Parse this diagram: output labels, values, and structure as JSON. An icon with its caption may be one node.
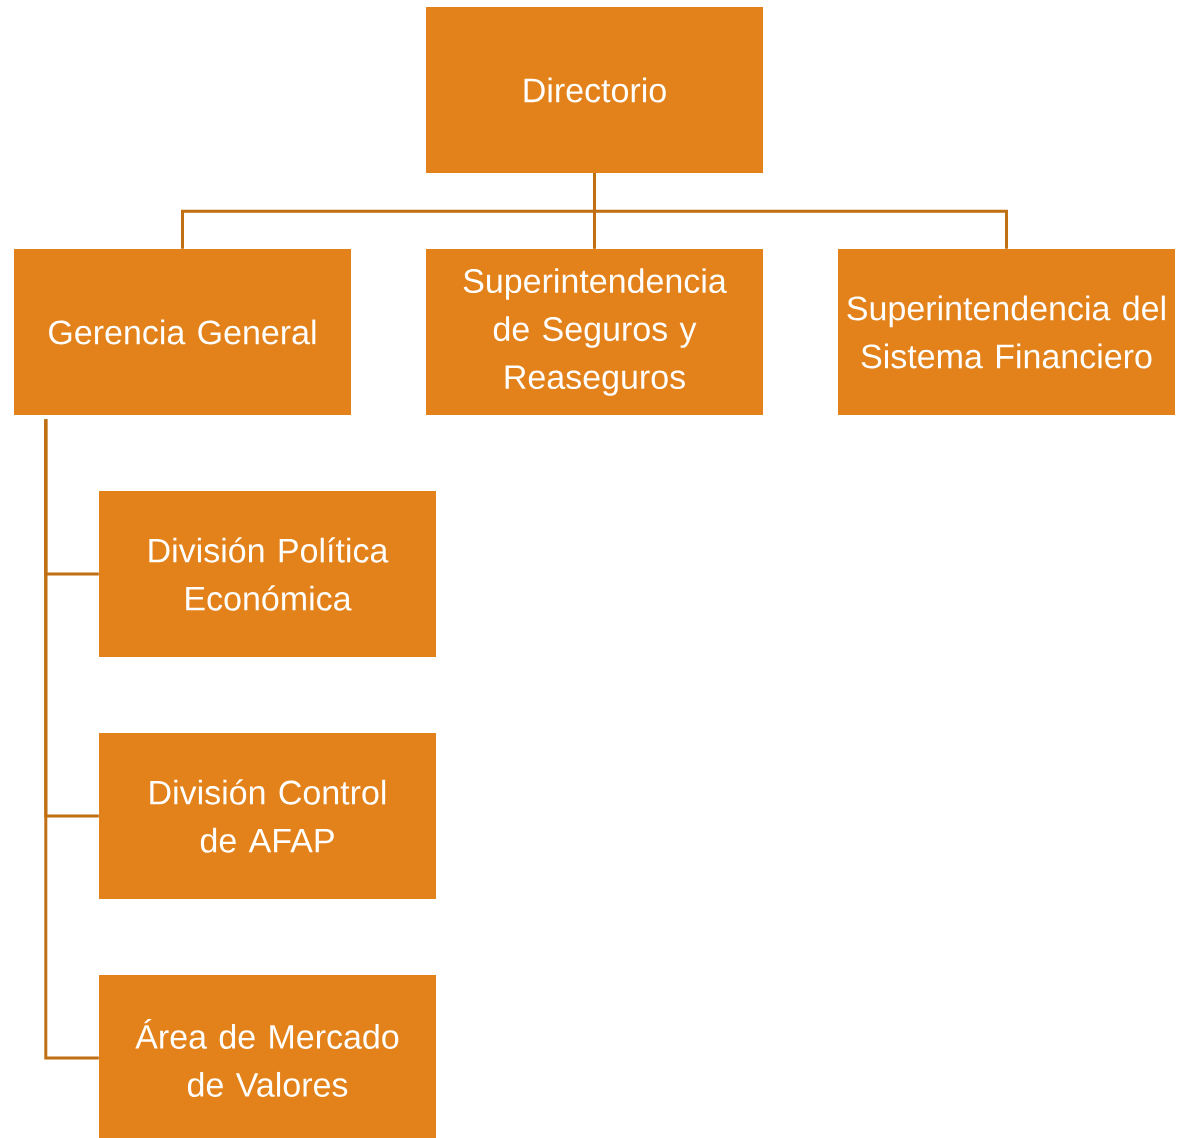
{
  "diagram": {
    "nodes": [
      {
        "text": [
          "Directorio"
        ]
      },
      {
        "text": [
          "Gerencia General"
        ]
      },
      {
        "text": [
          "Superintendencia de Seguros y Reaseguros"
        ]
      },
      {
        "text": [
          "Superintendencia del Sistema Financiero"
        ]
      },
      {
        "text": [
          "División Política Económica"
        ]
      },
      {
        "text": [
          "División Control de AFAP"
        ]
      },
      {
        "text": [
          "Área de Mercado de Valores"
        ]
      }
    ],
    "edges": [
      {
        "from": 0,
        "to": 1,
        "arrow": "none"
      },
      {
        "from": 0,
        "to": 2,
        "arrow": "none"
      },
      {
        "from": 0,
        "to": 3,
        "arrow": "none"
      },
      {
        "from": 1,
        "to": 4,
        "arrow": "none"
      },
      {
        "from": 1,
        "to": 5,
        "arrow": "none"
      },
      {
        "from": 1,
        "to": 6,
        "arrow": "none"
      }
    ]
  }
}
